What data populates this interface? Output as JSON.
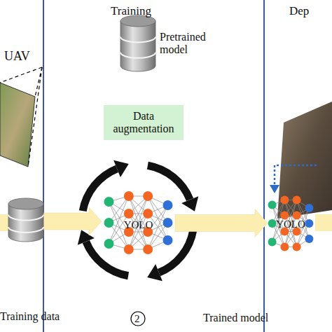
{
  "diagram": {
    "nodes": [
      {
        "text": [
          "Pretrained model"
        ]
      },
      {
        "text": [
          "Data augmentation"
        ]
      },
      {
        "text": [
          "Training data"
        ]
      },
      {
        "text": [
          "YOLO"
        ]
      },
      {
        "text": [
          "YOLO",
          "Trained model"
        ]
      }
    ],
    "edges": [
      {
        "from": 2,
        "to": 3,
        "arrow": "to"
      },
      {
        "from": 3,
        "to": 4,
        "arrow": "to"
      }
    ],
    "labels": [
      "Training",
      "Dep",
      "UAV",
      "2"
    ]
  }
}
